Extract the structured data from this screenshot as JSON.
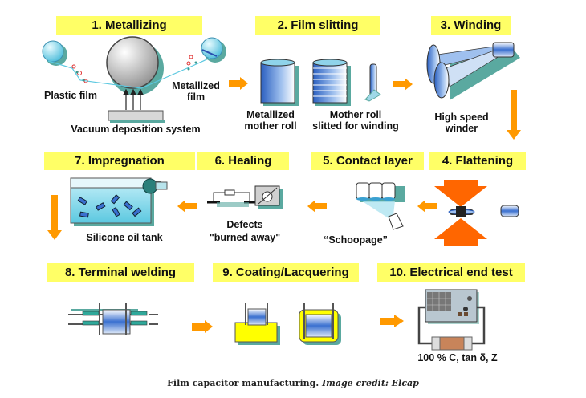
{
  "steps": [
    {
      "id": 1,
      "title": "1. Metallizing",
      "labels": [
        "Plastic film",
        "Metallized film",
        "Vacuum deposition system"
      ]
    },
    {
      "id": 2,
      "title": "2. Film slitting",
      "labels": [
        "Metallized mother roll",
        "Mother roll slitted for winding"
      ]
    },
    {
      "id": 3,
      "title": "3. Winding",
      "labels": [
        "High speed winder"
      ]
    },
    {
      "id": 4,
      "title": "4. Flattening",
      "labels": []
    },
    {
      "id": 5,
      "title": "5. Contact layer",
      "labels": [
        "“Schoopage”"
      ]
    },
    {
      "id": 6,
      "title": "6. Healing",
      "labels": [
        "Defects",
        "\"burned away\""
      ]
    },
    {
      "id": 7,
      "title": "7. Impregnation",
      "labels": [
        "Silicone oil tank"
      ]
    },
    {
      "id": 8,
      "title": "8. Terminal welding",
      "labels": []
    },
    {
      "id": 9,
      "title": "9. Coating/Lacquering",
      "labels": []
    },
    {
      "id": 10,
      "title": "10. Electrical end test",
      "labels": [
        "100 % C, tan δ, Z"
      ]
    }
  ],
  "text": {
    "plastic_film": "Plastic film",
    "metallized_1": "Metallized",
    "metallized_2": "film",
    "vacuum": "Vacuum deposition system",
    "mother_roll_1": "Metallized",
    "mother_roll_2": "mother roll",
    "slitted_1": "Mother roll",
    "slitted_2": "slitted for winding",
    "winder_1": "High speed",
    "winder_2": "winder",
    "schoopage": "“Schoopage”",
    "defects_1": "Defects",
    "defects_2": "\"burned away\"",
    "oil_tank": "Silicone oil tank",
    "end_test": "100 % C, tan δ, Z"
  },
  "caption": {
    "main": "Film capacitor manufacturing.",
    "credit": "Image credit: Elcap"
  },
  "colors": {
    "label_bg": "#ffff66",
    "arrow": "#ff9900",
    "press_arrow": "#ff6600",
    "roll_blue": "#4a7fd0",
    "shadow_teal": "#5aa9a0"
  }
}
